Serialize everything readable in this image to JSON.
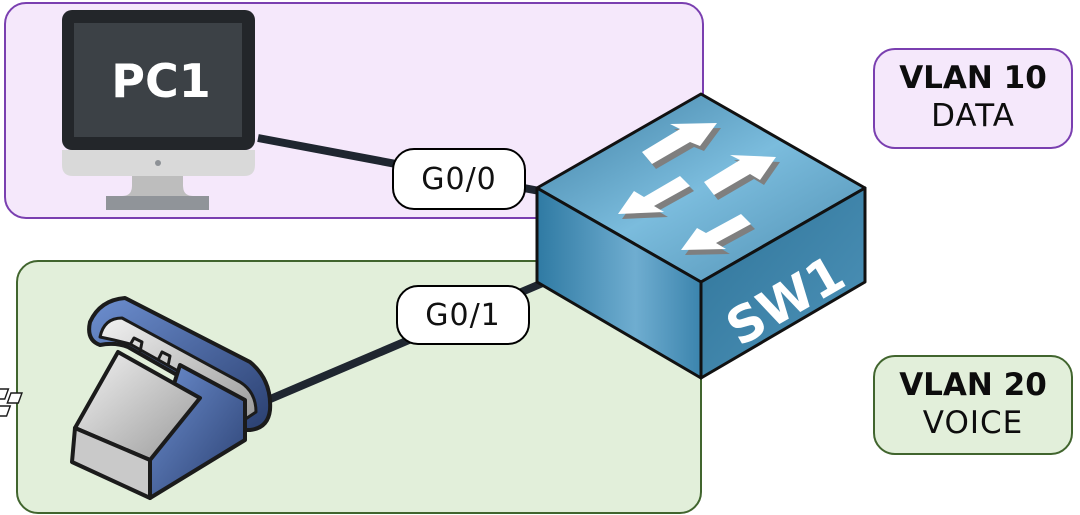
{
  "diagram": {
    "type": "network-topology",
    "zones": [
      {
        "name": "VLAN 10",
        "label": "DATA",
        "fill": "#f5e8fb",
        "stroke": "#7a3fb0"
      },
      {
        "name": "VLAN 20",
        "label": "VOICE",
        "fill": "#e2efda",
        "stroke": "#41652e"
      }
    ],
    "devices": {
      "pc": {
        "name": "PC1",
        "kind": "computer"
      },
      "phone": {
        "kind": "ip-phone"
      },
      "switch": {
        "name": "SW1",
        "kind": "layer2-switch"
      }
    },
    "links": [
      {
        "from": "PC1",
        "to": "SW1",
        "port": "G0/0",
        "vlan": "VLAN 10"
      },
      {
        "from": "phone",
        "to": "SW1",
        "port": "G0/1",
        "vlan": "VLAN 20"
      }
    ]
  },
  "labels": {
    "pc1": "PC1",
    "sw1": "SW1",
    "port_g00": "G0/0",
    "port_g01": "G0/1",
    "vlan10_id": "VLAN 10",
    "vlan10_name": "DATA",
    "vlan20_id": "VLAN 20",
    "vlan20_name": "VOICE"
  },
  "colors": {
    "switch_top": "#6fb3d6",
    "switch_side": "#2f7aa0",
    "cable": "#1f2630",
    "pc_frame": "#23262a",
    "pc_screen": "#3c4146",
    "phone_body": "#3d5a96"
  }
}
